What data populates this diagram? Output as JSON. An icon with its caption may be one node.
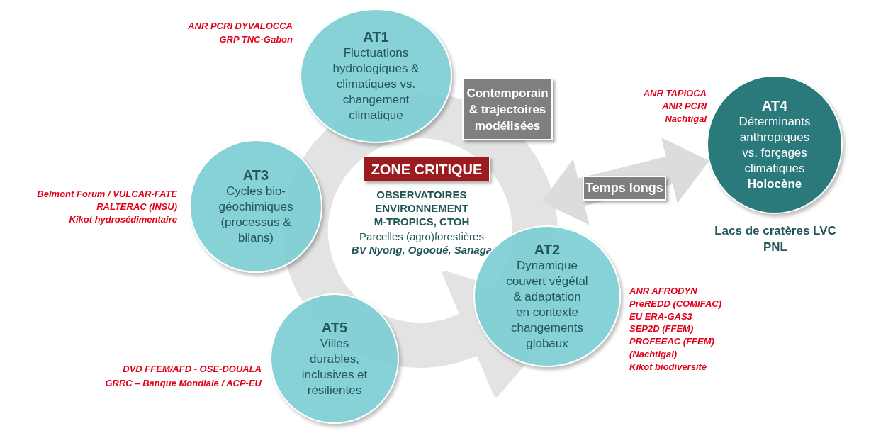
{
  "diagram": {
    "nodes": [
      {
        "text": [
          "AT1",
          "Fluctuations hydrologiques & climatiques vs. changement climatique"
        ],
        "beside": [
          "ANR PCRI DYVALOCCA",
          "GRP TNC-Gabon"
        ]
      },
      {
        "text": [
          "Contemporain & trajectoires modélisées"
        ]
      },
      {
        "text": [
          "AT4",
          "Déterminants anthropiques vs. forçages climatiques",
          "Holocène"
        ],
        "beside": [
          "ANR TAPIOCA",
          "ANR PCRI",
          "Nachtigal",
          "Lacs de cratères LVC PNL"
        ]
      },
      {
        "text": [
          "AT3",
          "Cycles bio-géochimiques (processus & bilans)"
        ],
        "beside": [
          "Belmont Forum / VULCAR-FATE",
          "RALTERAC (INSU)",
          "Kikot hydrosédimentaire"
        ]
      },
      {
        "text": [
          "ZONE CRITIQUE"
        ]
      },
      {
        "text": [
          "OBSERVATOIRES ENVIRONNEMENT M-TROPICS, CTOH",
          "Parcelles (agro)forestières",
          "BV Nyong, Ogooué, Sanaga"
        ]
      },
      {
        "text": [
          "AT2",
          "Dynamique couvert végétal & adaptation en contexte changements globaux"
        ],
        "beside": [
          "ANR AFRODYN",
          "PreREDD (COMIFAC)",
          "EU ERA-GAS3",
          "SEP2D (FFEM)",
          "PROFEEAC (FFEM)",
          "(Nachtigal)",
          "Kikot biodiversité"
        ]
      },
      {
        "text": [
          "AT5",
          "Villes durables, inclusives et résilientes"
        ],
        "beside": [
          "DVD FFEM/AFD - OSE-DOUALA",
          "GRRC – Banque Mondiale / ACP-EU"
        ]
      }
    ],
    "edges": [
      {
        "from": 5,
        "to": 2,
        "arrow": "both",
        "label": "Temps longs"
      }
    ]
  }
}
